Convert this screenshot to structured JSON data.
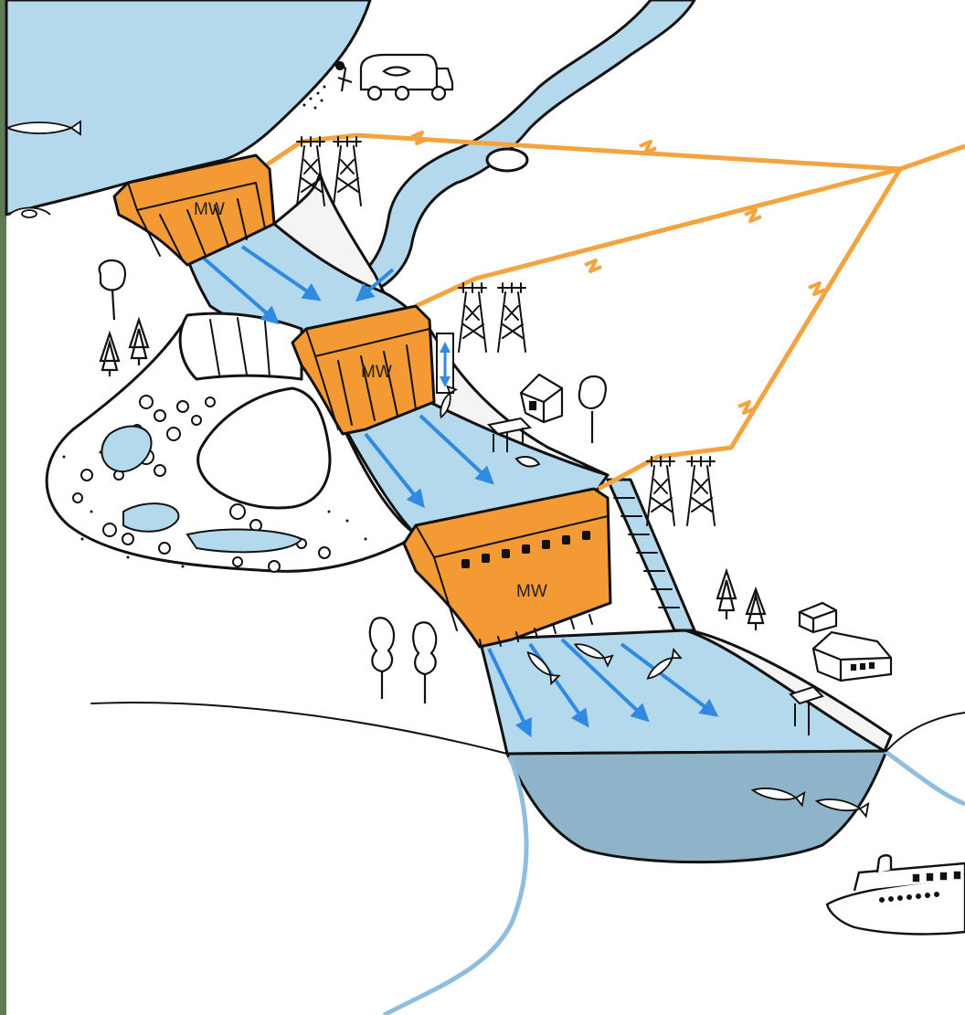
{
  "colors": {
    "background": "#ffffff",
    "ink": "#111111",
    "lake": "#b4d8ec",
    "lower_basin": "#8fb3c8",
    "frame_left": "#5f7a55",
    "plant_orange": "#f39a35",
    "power_line": "#f3a33f",
    "flow_arrow": "#2f8ae0",
    "gravel": "#f4f4f4"
  },
  "power_plants": [
    {
      "label": "MW"
    },
    {
      "label": "MW"
    },
    {
      "label": "MW"
    }
  ],
  "icons": [
    "pylon-icon",
    "fish-icon",
    "boat-icon",
    "truck-icon",
    "tree-icon",
    "house-icon",
    "flow-arrow-icon",
    "power-line-icon",
    "fish-ladder-icon",
    "jetty-icon"
  ]
}
